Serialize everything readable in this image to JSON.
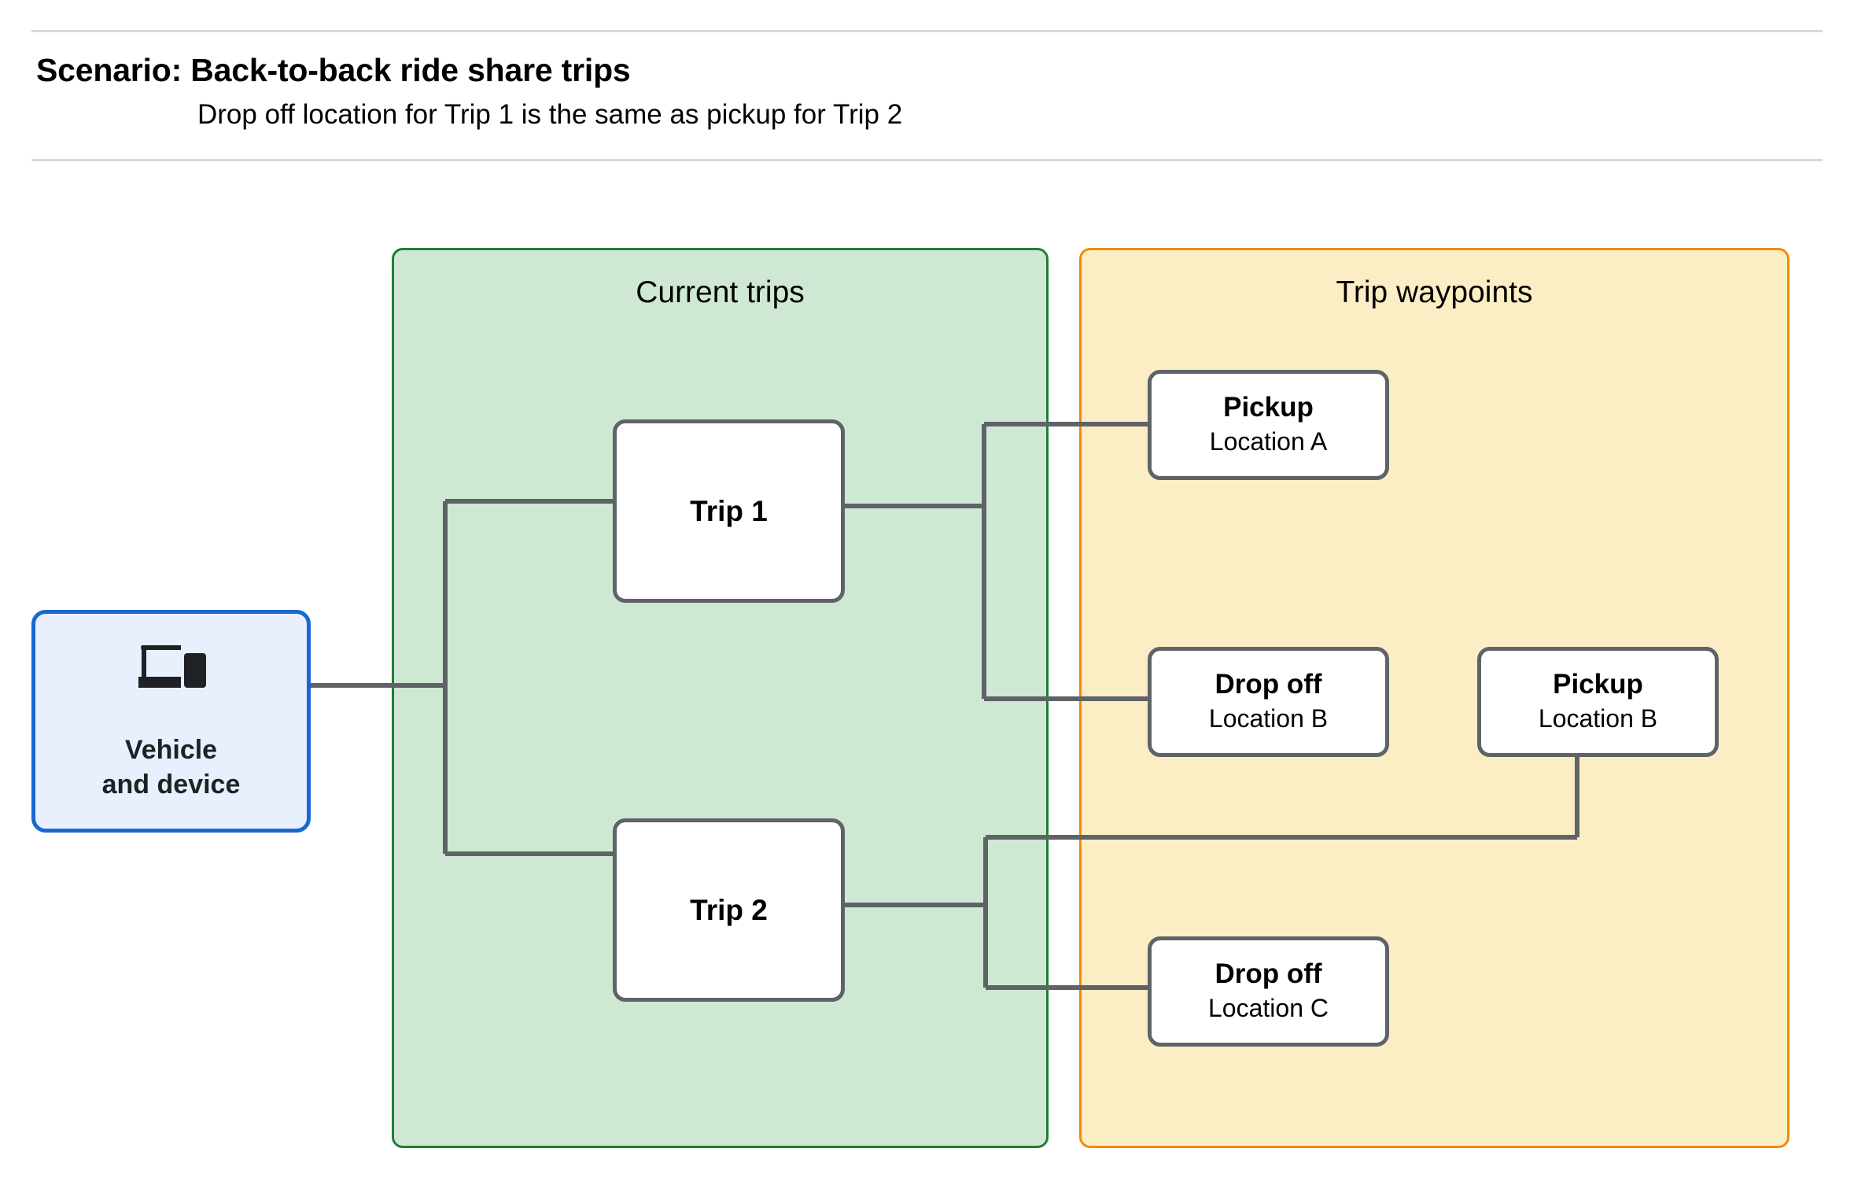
{
  "header": {
    "title": "Scenario: Back-to-back ride share trips",
    "subtitle": "Drop off  location for Trip 1 is the same as pickup for Trip 2"
  },
  "panels": {
    "current_trips": {
      "title": "Current trips",
      "fill": "#cfe8d4",
      "border": "#1e7e34"
    },
    "trip_waypoints": {
      "title": "Trip waypoints",
      "fill": "#fceec4",
      "border": "#f28b00"
    }
  },
  "vehicle": {
    "icon": "devices-icon",
    "line1": "Vehicle",
    "line2": "and device",
    "fill": "#e8f0fe",
    "border": "#1967d2"
  },
  "trips": [
    {
      "label": "Trip 1"
    },
    {
      "label": "Trip 2"
    }
  ],
  "waypoints": [
    {
      "type": "Pickup",
      "location": "Location A"
    },
    {
      "type": "Drop off",
      "location": "Location B"
    },
    {
      "type": "Pickup",
      "location": "Location B"
    },
    {
      "type": "Drop off",
      "location": "Location C"
    }
  ],
  "connector_color": "#5f6368",
  "node_border_color": "#5f6368"
}
